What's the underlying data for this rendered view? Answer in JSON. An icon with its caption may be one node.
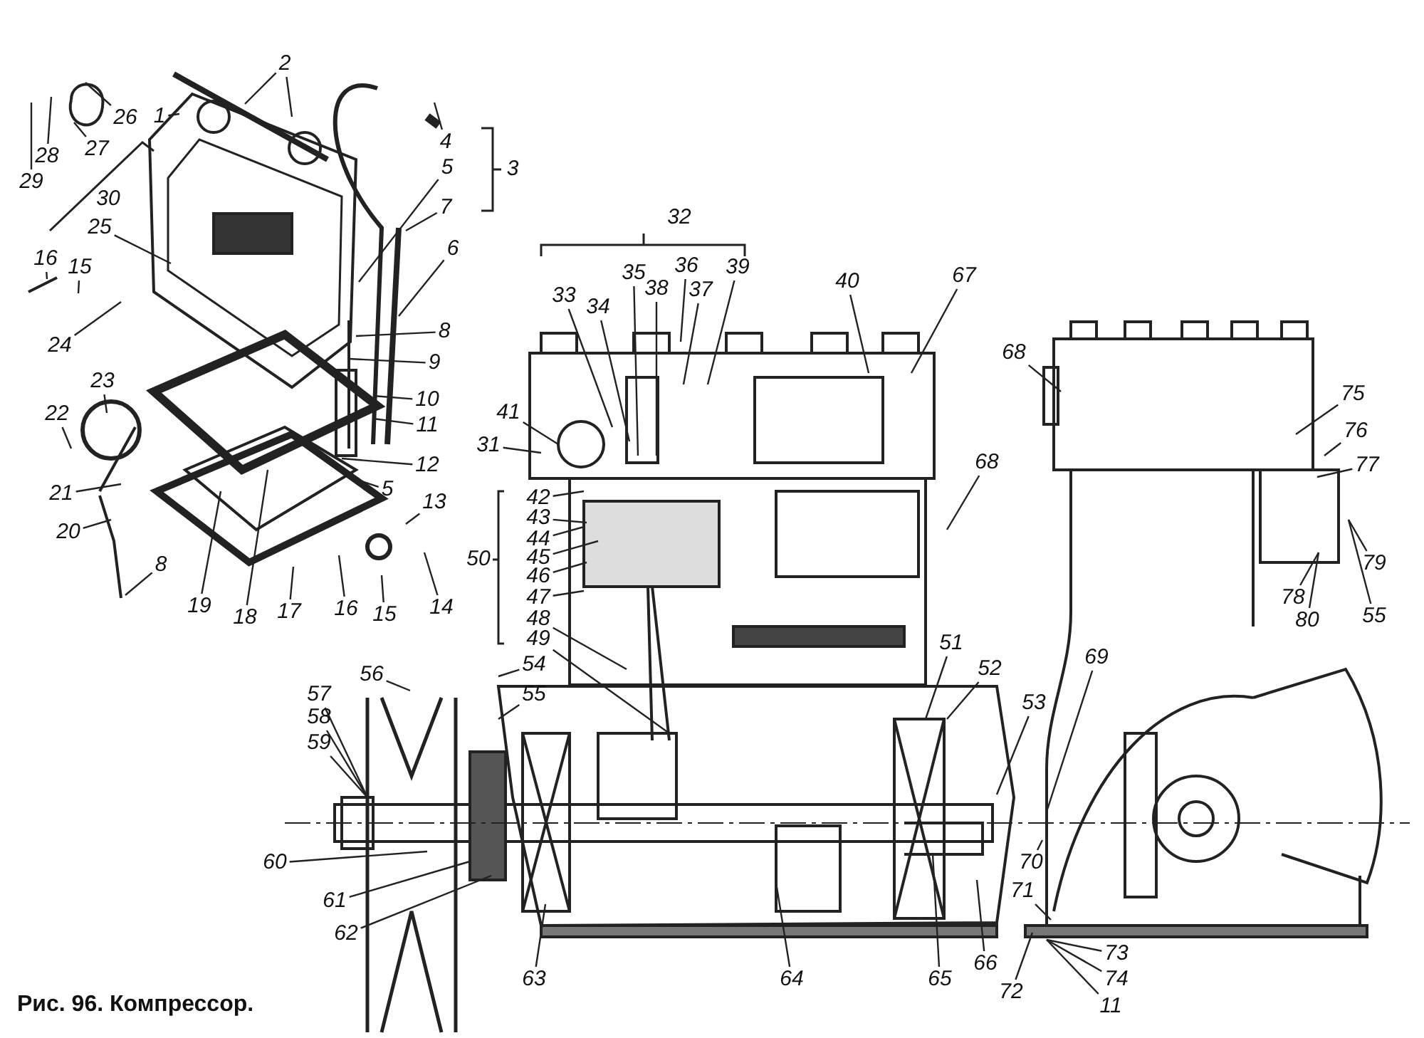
{
  "diagram": {
    "caption": "Рис. 96. Компрессор.",
    "nodes": [
      {
        "text": [
          "2"
        ]
      },
      {
        "text": [
          "4"
        ]
      },
      {
        "text": [
          "1"
        ]
      },
      {
        "text": [
          "5"
        ]
      },
      {
        "text": [
          "7"
        ]
      },
      {
        "text": [
          "6"
        ]
      },
      {
        "text": [
          "26"
        ]
      },
      {
        "text": [
          "27"
        ]
      },
      {
        "text": [
          "28"
        ]
      },
      {
        "text": [
          "29"
        ]
      },
      {
        "text": [
          "25"
        ]
      },
      {
        "text": [
          "16"
        ]
      },
      {
        "text": [
          "15"
        ]
      },
      {
        "text": [
          "24"
        ]
      },
      {
        "text": [
          "8"
        ]
      },
      {
        "text": [
          "9"
        ]
      },
      {
        "text": [
          "10"
        ]
      },
      {
        "text": [
          "11"
        ]
      },
      {
        "text": [
          "12"
        ]
      },
      {
        "text": [
          "5"
        ]
      },
      {
        "text": [
          "13"
        ]
      },
      {
        "text": [
          "23"
        ]
      },
      {
        "text": [
          "22"
        ]
      },
      {
        "text": [
          "21"
        ]
      },
      {
        "text": [
          "20"
        ]
      },
      {
        "text": [
          "8"
        ]
      },
      {
        "text": [
          "19"
        ]
      },
      {
        "text": [
          "18"
        ]
      },
      {
        "text": [
          "17"
        ]
      },
      {
        "text": [
          "16"
        ]
      },
      {
        "text": [
          "15"
        ]
      },
      {
        "text": [
          "14"
        ]
      },
      {
        "text": [
          "33"
        ]
      },
      {
        "text": [
          "34"
        ]
      },
      {
        "text": [
          "35"
        ]
      },
      {
        "text": [
          "38"
        ]
      },
      {
        "text": [
          "36"
        ]
      },
      {
        "text": [
          "37"
        ]
      },
      {
        "text": [
          "39"
        ]
      },
      {
        "text": [
          "40"
        ]
      },
      {
        "text": [
          "67"
        ]
      },
      {
        "text": [
          "41"
        ]
      },
      {
        "text": [
          "31"
        ]
      },
      {
        "text": [
          "42"
        ]
      },
      {
        "text": [
          "43"
        ]
      },
      {
        "text": [
          "44"
        ]
      },
      {
        "text": [
          "45"
        ]
      },
      {
        "text": [
          "46"
        ]
      },
      {
        "text": [
          "47"
        ]
      },
      {
        "text": [
          "48"
        ]
      },
      {
        "text": [
          "49"
        ]
      },
      {
        "text": [
          "68"
        ]
      },
      {
        "text": [
          "54"
        ]
      },
      {
        "text": [
          "55"
        ]
      },
      {
        "text": [
          "56"
        ]
      },
      {
        "text": [
          "57"
        ]
      },
      {
        "text": [
          "58"
        ]
      },
      {
        "text": [
          "59"
        ]
      },
      {
        "text": [
          "60"
        ]
      },
      {
        "text": [
          "61"
        ]
      },
      {
        "text": [
          "62"
        ]
      },
      {
        "text": [
          "63"
        ]
      },
      {
        "text": [
          "64"
        ]
      },
      {
        "text": [
          "65"
        ]
      },
      {
        "text": [
          "66"
        ]
      },
      {
        "text": [
          "51"
        ]
      },
      {
        "text": [
          "52"
        ]
      },
      {
        "text": [
          "53"
        ]
      },
      {
        "text": [
          "70"
        ]
      },
      {
        "text": [
          "69"
        ]
      },
      {
        "text": [
          "71"
        ]
      },
      {
        "text": [
          "72"
        ]
      },
      {
        "text": [
          "73"
        ]
      },
      {
        "text": [
          "74"
        ]
      },
      {
        "text": [
          "11"
        ]
      },
      {
        "text": [
          "68"
        ]
      },
      {
        "text": [
          "75"
        ]
      },
      {
        "text": [
          "76"
        ]
      },
      {
        "text": [
          "77"
        ]
      },
      {
        "text": [
          "79"
        ]
      },
      {
        "text": [
          "55"
        ]
      },
      {
        "text": [
          "78"
        ]
      },
      {
        "text": [
          "80"
        ]
      }
    ],
    "edges": [
      {
        "from": 0,
        "to": null,
        "arrow": "none"
      },
      {
        "from": 0,
        "to": null,
        "arrow": "none"
      },
      {
        "from": 1,
        "to": null,
        "arrow": "none"
      },
      {
        "from": 2,
        "to": null,
        "arrow": "none"
      },
      {
        "from": 3,
        "to": null,
        "arrow": "none"
      },
      {
        "from": 4,
        "to": null,
        "arrow": "none"
      },
      {
        "from": 5,
        "to": null,
        "arrow": "none"
      },
      {
        "from": 6,
        "to": null,
        "arrow": "none"
      },
      {
        "from": 7,
        "to": null,
        "arrow": "none"
      },
      {
        "from": 8,
        "to": null,
        "arrow": "none"
      },
      {
        "from": 9,
        "to": null,
        "arrow": "none"
      },
      {
        "from": 10,
        "to": null,
        "arrow": "none"
      },
      {
        "from": 11,
        "to": null,
        "arrow": "none"
      },
      {
        "from": 12,
        "to": null,
        "arrow": "none"
      },
      {
        "from": 13,
        "to": null,
        "arrow": "none"
      },
      {
        "from": 14,
        "to": null,
        "arrow": "none"
      },
      {
        "from": 15,
        "to": null,
        "arrow": "none"
      },
      {
        "from": 16,
        "to": null,
        "arrow": "none"
      },
      {
        "from": 17,
        "to": null,
        "arrow": "none"
      },
      {
        "from": 18,
        "to": null,
        "arrow": "none"
      },
      {
        "from": 19,
        "to": null,
        "arrow": "none"
      },
      {
        "from": 20,
        "to": null,
        "arrow": "none"
      },
      {
        "from": 21,
        "to": null,
        "arrow": "none"
      },
      {
        "from": 22,
        "to": null,
        "arrow": "none"
      },
      {
        "from": 23,
        "to": null,
        "arrow": "none"
      },
      {
        "from": 24,
        "to": null,
        "arrow": "none"
      },
      {
        "from": 25,
        "to": null,
        "arrow": "none"
      },
      {
        "from": 26,
        "to": null,
        "arrow": "none"
      },
      {
        "from": 27,
        "to": null,
        "arrow": "none"
      },
      {
        "from": 28,
        "to": null,
        "arrow": "none"
      },
      {
        "from": 29,
        "to": null,
        "arrow": "none"
      },
      {
        "from": 30,
        "to": null,
        "arrow": "none"
      },
      {
        "from": 31,
        "to": null,
        "arrow": "none"
      },
      {
        "from": 32,
        "to": null,
        "arrow": "none"
      },
      {
        "from": 33,
        "to": null,
        "arrow": "none"
      },
      {
        "from": 34,
        "to": null,
        "arrow": "none"
      },
      {
        "from": 35,
        "to": null,
        "arrow": "none"
      },
      {
        "from": 36,
        "to": null,
        "arrow": "none"
      },
      {
        "from": 37,
        "to": null,
        "arrow": "none"
      },
      {
        "from": 38,
        "to": null,
        "arrow": "none"
      },
      {
        "from": 39,
        "to": null,
        "arrow": "none"
      },
      {
        "from": 40,
        "to": null,
        "arrow": "none"
      },
      {
        "from": 41,
        "to": null,
        "arrow": "none"
      },
      {
        "from": 42,
        "to": null,
        "arrow": "none"
      },
      {
        "from": 43,
        "to": null,
        "arrow": "none"
      },
      {
        "from": 44,
        "to": null,
        "arrow": "none"
      },
      {
        "from": 45,
        "to": null,
        "arrow": "none"
      },
      {
        "from": 46,
        "to": null,
        "arrow": "none"
      },
      {
        "from": 47,
        "to": null,
        "arrow": "none"
      },
      {
        "from": 48,
        "to": null,
        "arrow": "none"
      },
      {
        "from": 49,
        "to": null,
        "arrow": "none"
      },
      {
        "from": 50,
        "to": null,
        "arrow": "none"
      },
      {
        "from": 51,
        "to": null,
        "arrow": "none"
      },
      {
        "from": 52,
        "to": null,
        "arrow": "none"
      },
      {
        "from": 53,
        "to": null,
        "arrow": "none"
      },
      {
        "from": 54,
        "to": null,
        "arrow": "none"
      },
      {
        "from": 55,
        "to": null,
        "arrow": "none"
      },
      {
        "from": 56,
        "to": null,
        "arrow": "none"
      },
      {
        "from": 57,
        "to": null,
        "arrow": "none"
      },
      {
        "from": 58,
        "to": null,
        "arrow": "none"
      },
      {
        "from": 59,
        "to": null,
        "arrow": "none"
      },
      {
        "from": 60,
        "to": null,
        "arrow": "none"
      },
      {
        "from": 61,
        "to": null,
        "arrow": "none"
      },
      {
        "from": 62,
        "to": null,
        "arrow": "none"
      },
      {
        "from": 63,
        "to": null,
        "arrow": "none"
      },
      {
        "from": 64,
        "to": null,
        "arrow": "none"
      },
      {
        "from": 65,
        "to": null,
        "arrow": "none"
      },
      {
        "from": 66,
        "to": null,
        "arrow": "none"
      },
      {
        "from": 67,
        "to": null,
        "arrow": "none"
      },
      {
        "from": 68,
        "to": null,
        "arrow": "none"
      },
      {
        "from": 69,
        "to": null,
        "arrow": "none"
      },
      {
        "from": 70,
        "to": null,
        "arrow": "none"
      },
      {
        "from": 71,
        "to": null,
        "arrow": "none"
      },
      {
        "from": 72,
        "to": null,
        "arrow": "none"
      },
      {
        "from": 73,
        "to": null,
        "arrow": "none"
      },
      {
        "from": 74,
        "to": null,
        "arrow": "none"
      },
      {
        "from": 75,
        "to": null,
        "arrow": "none"
      },
      {
        "from": 76,
        "to": null,
        "arrow": "none"
      },
      {
        "from": 77,
        "to": null,
        "arrow": "none"
      },
      {
        "from": 78,
        "to": null,
        "arrow": "none"
      },
      {
        "from": 79,
        "to": null,
        "arrow": "none"
      },
      {
        "from": 80,
        "to": null,
        "arrow": "none"
      },
      {
        "from": 81,
        "to": null,
        "arrow": "none"
      },
      {
        "from": 82,
        "to": null,
        "arrow": "none"
      }
    ],
    "labels": [
      "3",
      "30",
      "32",
      "50"
    ]
  }
}
